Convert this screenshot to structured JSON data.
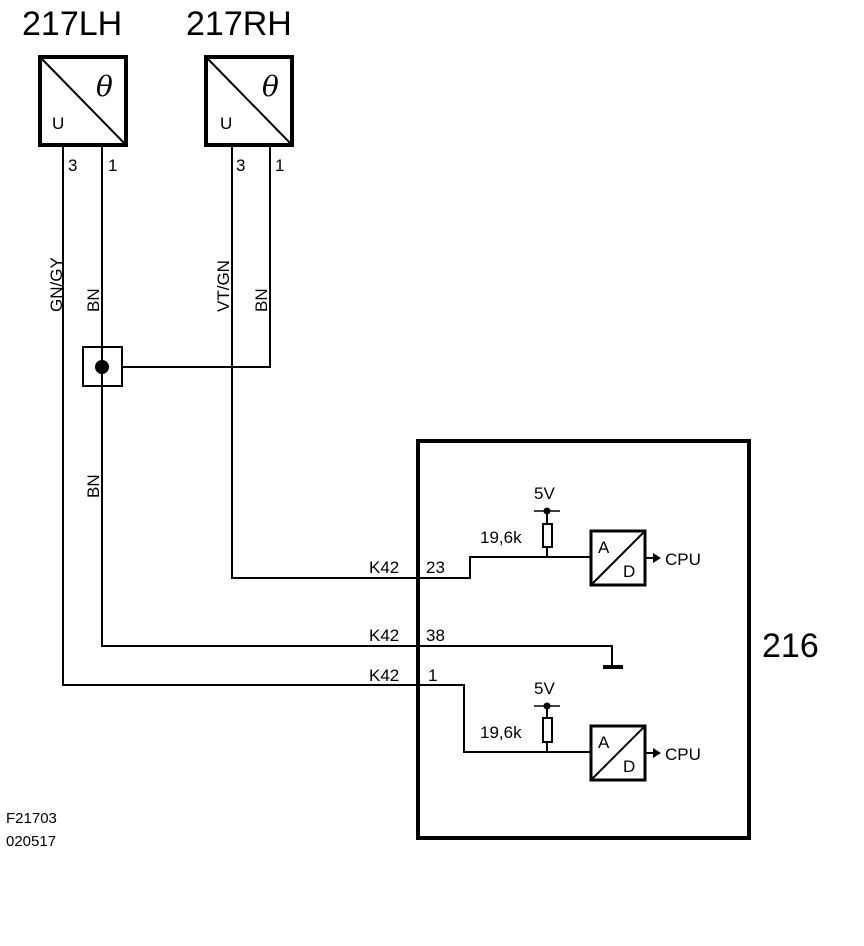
{
  "sensors": [
    {
      "id": "217LH",
      "label": "217LH",
      "input_symbol": "U",
      "output_symbol": "θ",
      "pins": [
        "3",
        "1"
      ]
    },
    {
      "id": "217RH",
      "label": "217RH",
      "input_symbol": "U",
      "output_symbol": "θ",
      "pins": [
        "3",
        "1"
      ]
    }
  ],
  "wires": {
    "lh_pin3": "GN/GY",
    "lh_pin1": "BN",
    "rh_pin3": "VT/GN",
    "rh_pin1": "BN",
    "splice_out": "BN"
  },
  "module": {
    "label": "216",
    "connectors": [
      {
        "connector": "K42",
        "pin": "23"
      },
      {
        "connector": "K42",
        "pin": "38"
      },
      {
        "connector": "K42",
        "pin": "1"
      }
    ],
    "channels": [
      {
        "supply": "5V",
        "resistor": "19,6k",
        "converter_in": "A",
        "converter_out": "D",
        "target": "CPU"
      },
      {
        "supply": "5V",
        "resistor": "19,6k",
        "converter_in": "A",
        "converter_out": "D",
        "target": "CPU"
      }
    ]
  },
  "footer": {
    "figure_code": "F21703",
    "date_code": "020517"
  }
}
